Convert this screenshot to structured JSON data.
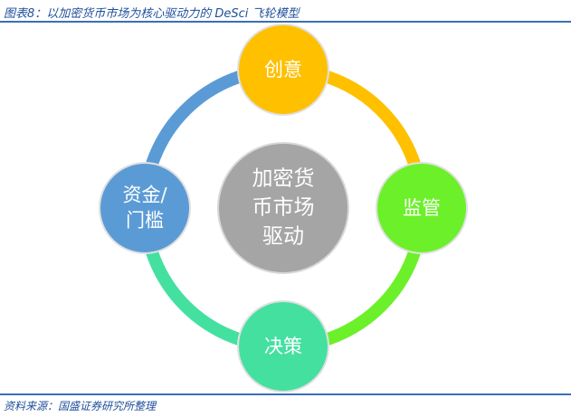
{
  "header": {
    "title": "图表8：以加密货币市场为核心驱动力的 DeSci 飞轮模型"
  },
  "footer": {
    "source": "资料来源：国盛证券研究所整理"
  },
  "diagram": {
    "center": {
      "line1": "加密货",
      "line2": "币市场",
      "line3": "驱动",
      "color": "#A5A5A5"
    },
    "nodes": [
      {
        "label": "创意",
        "color": "#FFC000"
      },
      {
        "label": "监管",
        "color": "#6CF02A"
      },
      {
        "label": "决策",
        "color": "#44E0A0"
      },
      {
        "label_line1": "资金/",
        "label_line2": "门槛",
        "color": "#5B9BD5"
      }
    ]
  }
}
